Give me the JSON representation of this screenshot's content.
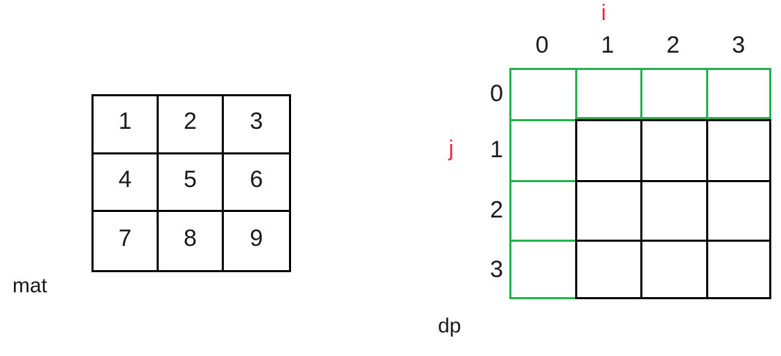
{
  "figures": {
    "mat": {
      "caption": "mat",
      "rows": [
        [
          "1",
          "2",
          "3"
        ],
        [
          "4",
          "5",
          "6"
        ],
        [
          "7",
          "8",
          "9"
        ]
      ]
    },
    "dp": {
      "caption": "dp",
      "col_axis_label": "i",
      "row_axis_label": "j",
      "col_headers": [
        "0",
        "1",
        "2",
        "3"
      ],
      "row_headers": [
        "0",
        "1",
        "2",
        "3"
      ],
      "rows": [
        [
          "",
          "",
          "",
          ""
        ],
        [
          "",
          "",
          "",
          ""
        ],
        [
          "",
          "",
          "",
          ""
        ],
        [
          "",
          "",
          "",
          ""
        ]
      ]
    }
  },
  "colors": {
    "highlight_green": "#22b14c",
    "axis_red": "#ef2040",
    "grid_black": "#000000",
    "background": "#ffffff"
  },
  "chart_data": {
    "type": "table",
    "title": "",
    "tables": [
      {
        "name": "mat",
        "shape": [
          3,
          3
        ],
        "values": [
          [
            1,
            2,
            3
          ],
          [
            4,
            5,
            6
          ],
          [
            7,
            8,
            9
          ]
        ]
      },
      {
        "name": "dp",
        "shape": [
          4,
          4
        ],
        "col_index_label": "i",
        "row_index_label": "j",
        "col_indices": [
          0,
          1,
          2,
          3
        ],
        "row_indices": [
          0,
          1,
          2,
          3
        ],
        "values": [
          [
            "",
            "",
            "",
            ""
          ],
          [
            "",
            "",
            "",
            ""
          ],
          [
            "",
            "",
            "",
            ""
          ],
          [
            "",
            "",
            "",
            ""
          ]
        ],
        "annotations": [
          "row j=0 outlined in green",
          "column i=0 outlined in green"
        ]
      }
    ]
  }
}
